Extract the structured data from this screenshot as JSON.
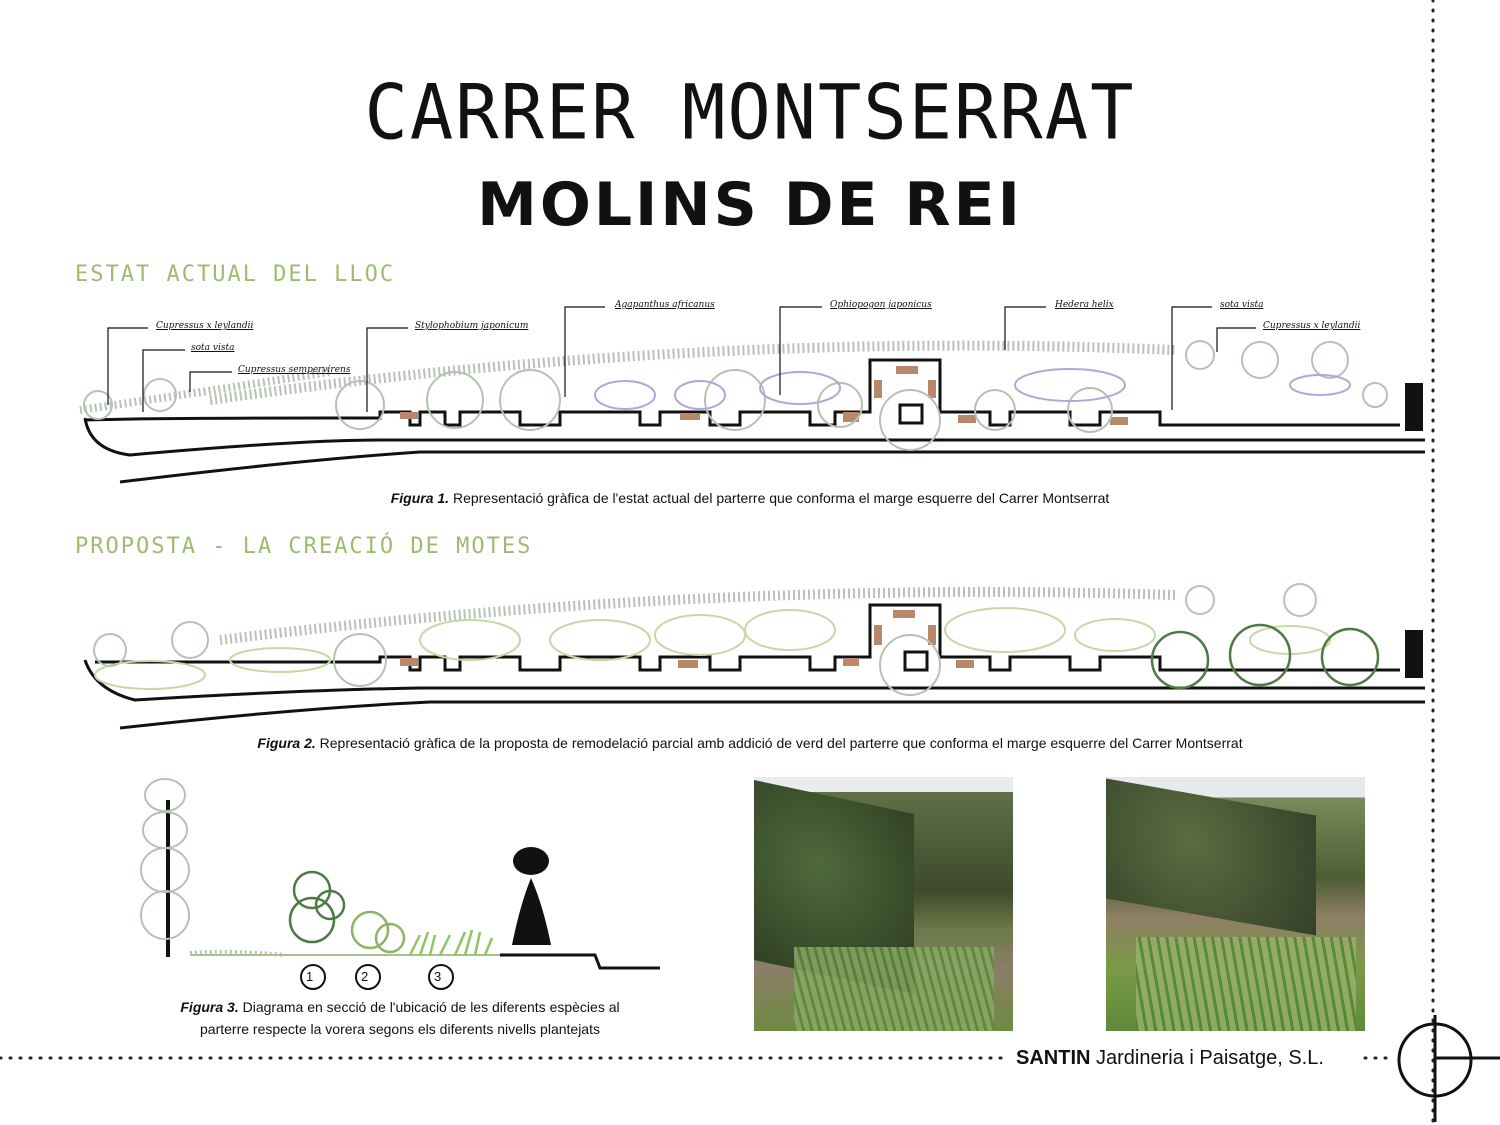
{
  "title": "CARRER MONTSERRAT",
  "subtitle": "MOLINS DE REI",
  "section1": "ESTAT ACTUAL DEL LLOC",
  "section2": "PROPOSTA - LA CREACIÓ DE MOTES",
  "labels": {
    "l1": "Cupressus x leylandii",
    "l2": "sota vista",
    "l3": "Cupressus sempervirens",
    "l4": "Stylophobium japonicum",
    "l5": "Agapanthus africanus",
    "l6": "Ophiopogon japonicus",
    "l7": "Hedera helix",
    "l8": "sota vista",
    "l9": "Cupressus x leylandii"
  },
  "fig1": {
    "num": "Figura 1.",
    "text": " Representació gràfica de l'estat actual del parterre que conforma el marge esquerre del Carrer Montserrat"
  },
  "fig2": {
    "num": "Figura 2.",
    "text": " Representació gràfica de la proposta de remodelació parcial amb addició de verd del parterre que conforma el marge esquerre del Carrer Montserrat"
  },
  "fig3": {
    "num": "Figura 3.",
    "text": " Diagrama en secció de l'ubicació de les diferents espècies al",
    "text2": "parterre respecte la vorera segons els diferents nivells plantejats"
  },
  "levels": [
    "1",
    "2",
    "3"
  ],
  "footer": {
    "brand": "SANTIN",
    "rest": " Jardineria i Paisatge, S.L."
  },
  "colors": {
    "accent": "#9bbd6f",
    "brown": "#b9886a",
    "purple": "#b9a3d6",
    "green_dark": "#4f7a45"
  }
}
